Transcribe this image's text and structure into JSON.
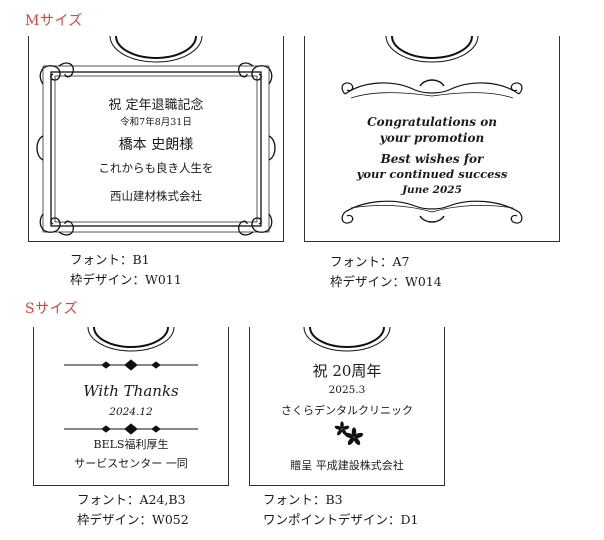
{
  "sections": {
    "m_label": "Mサイズ",
    "s_label": "Sサイズ"
  },
  "colors": {
    "section_label": "#e4403a",
    "ink": "#1a1a1a"
  },
  "m1": {
    "line1": "祝 定年退職記念",
    "date": "令和7年8月31日",
    "name": "橋本 史朗様",
    "message": "これからも良き人生を",
    "company": "西山建材株式会社",
    "font": "フォント：B1",
    "frame": "枠デザイン：W011"
  },
  "m2": {
    "line1": "Congratulations on",
    "line2": "your promotion",
    "line3": "Best wishes for",
    "line4": "your continued success",
    "date": "June 2025",
    "font": "フォント：A7",
    "frame": "枠デザイン：W014"
  },
  "s1": {
    "title": "With Thanks",
    "date": "2024.12",
    "org": "BELS福利厚生",
    "dept": "サービスセンター 一同",
    "font": "フォント：A24,B3",
    "frame": "枠デザイン：W052"
  },
  "s2": {
    "title": "祝 20周年",
    "date": "2025.3",
    "clinic": "さくらデンタルクリニック",
    "sender": "贈呈 平成建設株式会社",
    "font": "フォント：B3",
    "point": "ワンポイントデザイン：D1"
  }
}
